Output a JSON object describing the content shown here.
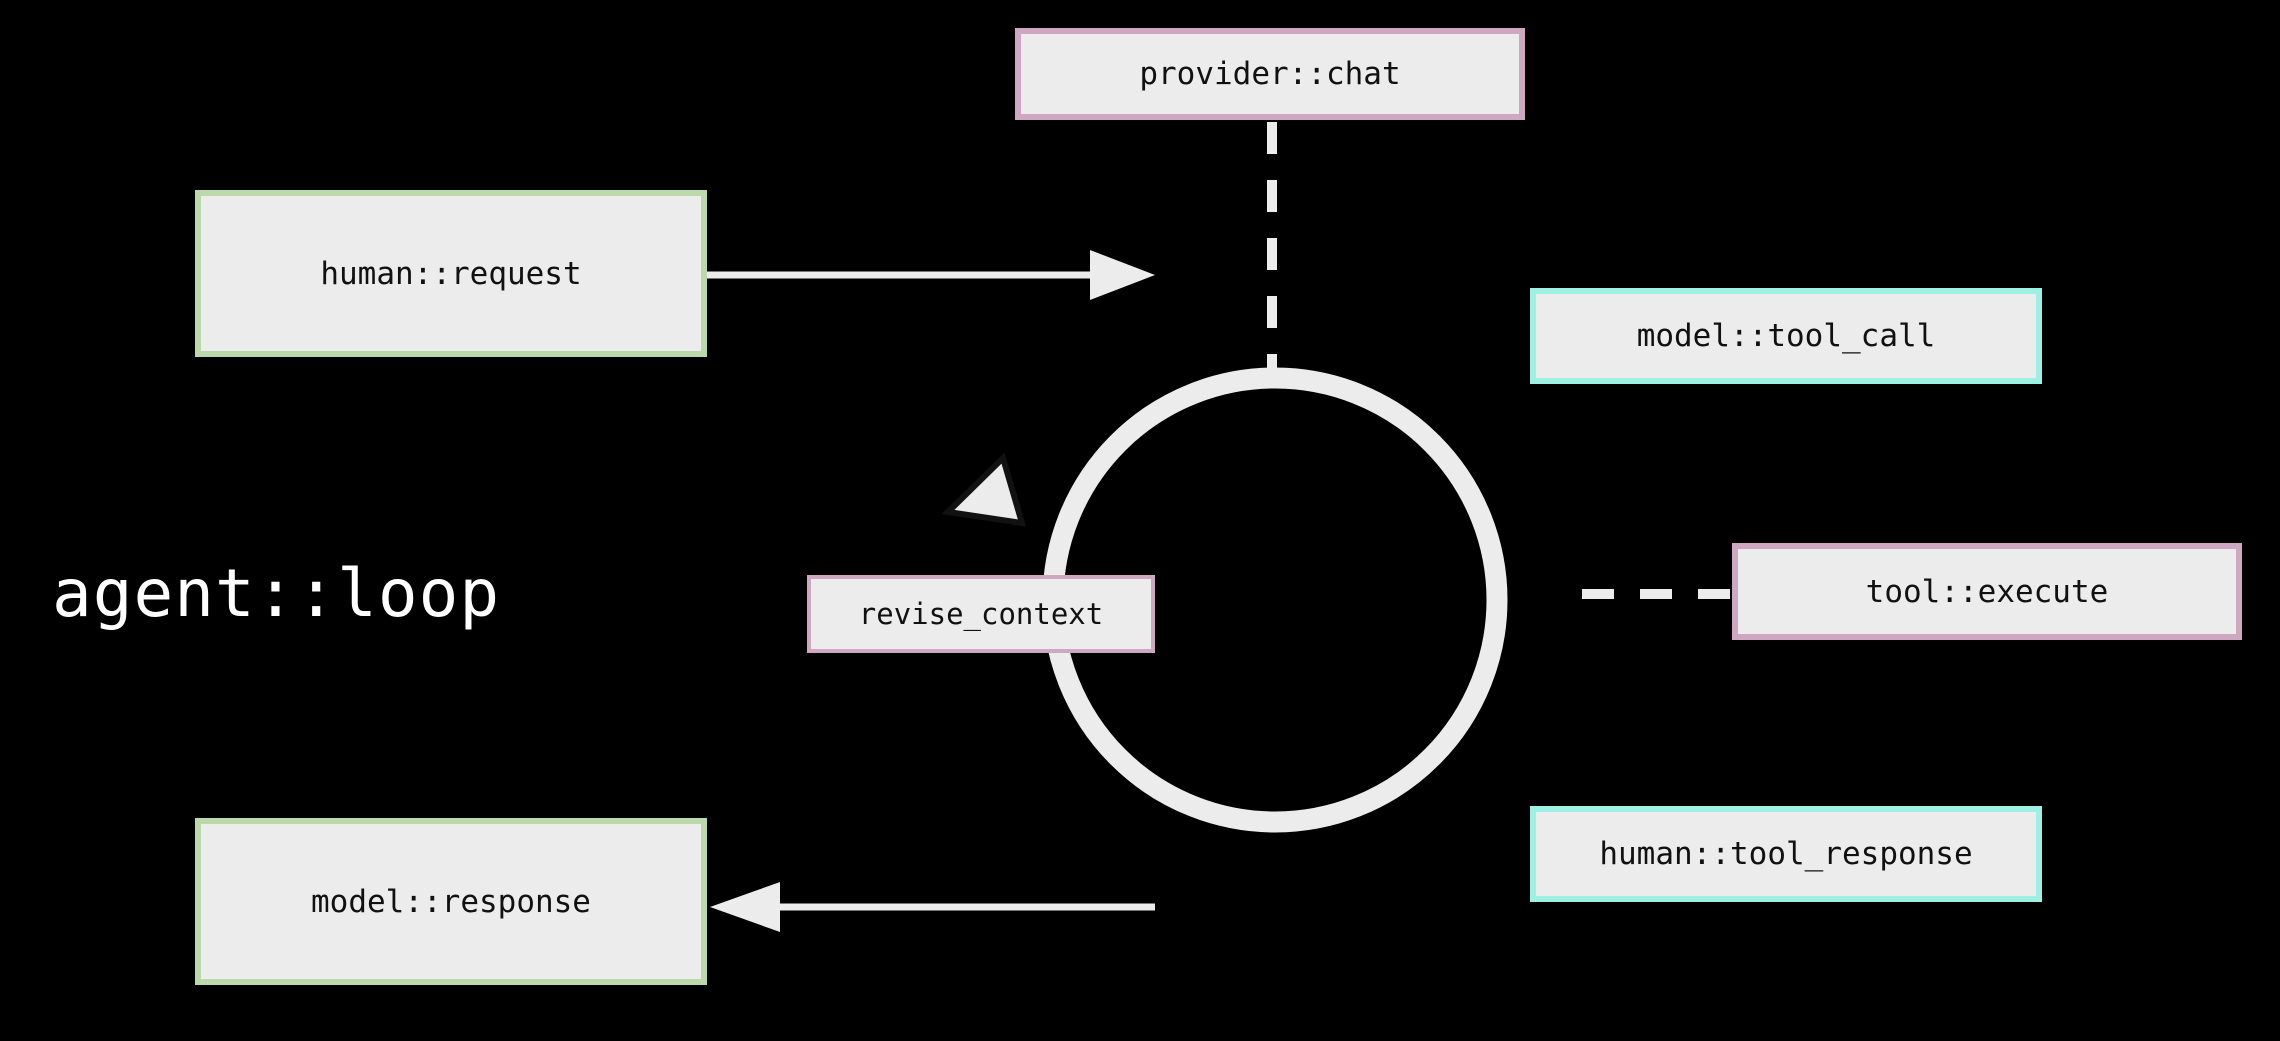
{
  "diagram": {
    "title": "agent::loop",
    "background_color": "#000000",
    "node_fill_color": "#ececec",
    "node_text_color": "#111111",
    "edge_color": "#ececec",
    "colors": {
      "green_border": "#bcd9ab",
      "pink_border": "#cfa7c0",
      "cyan_border": "#9df0e4",
      "white_text": "#ffffff"
    },
    "nodes": [
      {
        "id": "provider-chat",
        "label": "provider::chat",
        "border": "pink"
      },
      {
        "id": "human-request",
        "label": "human::request",
        "border": "green"
      },
      {
        "id": "model-tool-call",
        "label": "model::tool_call",
        "border": "cyan"
      },
      {
        "id": "tool-execute",
        "label": "tool::execute",
        "border": "pink"
      },
      {
        "id": "revise-context",
        "label": "revise_context",
        "border": "pink"
      },
      {
        "id": "human-tool-response",
        "label": "human::tool_response",
        "border": "cyan"
      },
      {
        "id": "model-response",
        "label": "model::response",
        "border": "green"
      }
    ],
    "edges": [
      {
        "id": "request-to-loop",
        "from": "human-request",
        "to": "agent-loop",
        "style": "solid",
        "arrow": "end"
      },
      {
        "id": "loop-to-response",
        "from": "agent-loop",
        "to": "model-response",
        "style": "solid",
        "arrow": "end"
      },
      {
        "id": "chat-to-loop",
        "from": "provider-chat",
        "to": "agent-loop",
        "style": "dashed",
        "arrow": "none"
      },
      {
        "id": "loop-to-execute",
        "from": "agent-loop",
        "to": "tool-execute",
        "style": "dashed",
        "arrow": "none"
      },
      {
        "id": "loop-cycle",
        "from": "agent-loop",
        "to": "agent-loop",
        "style": "solid",
        "arrow": "end"
      }
    ]
  }
}
